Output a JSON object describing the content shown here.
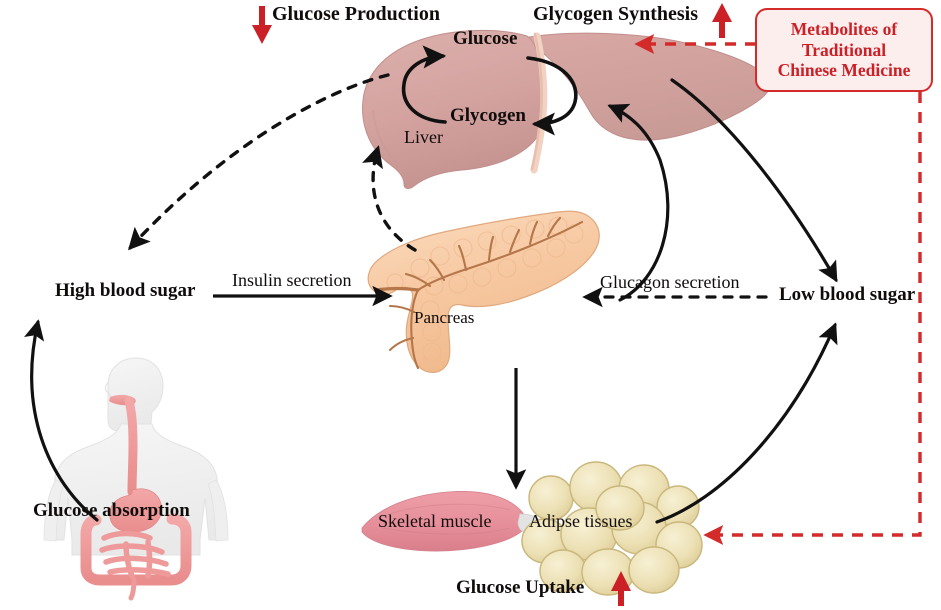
{
  "diagram": {
    "title": "Glucose homeostasis regulation by metabolites of Traditional Chinese Medicine",
    "background_color": "#ffffff"
  },
  "colors": {
    "accent_red": "#cc2027",
    "box_border": "#d32a2a",
    "box_fill": "#fdeeee",
    "liver": "#d4a3a0",
    "liver_dark": "#c4918e",
    "pancreas": "#f6c9a0",
    "pancreas_duct": "#b5764a",
    "muscle": "#e8909a",
    "adipose": "#ece0b4",
    "adipose_edge": "#c9b77c",
    "body_silhouette": "#f0f0f0",
    "digestive_tract": "#ef9a9a",
    "arrow_black": "#111111"
  },
  "organs": {
    "liver": {
      "label": "Liver"
    },
    "pancreas": {
      "label": "Pancreas"
    },
    "muscle": {
      "label": "Skeletal muscle"
    },
    "adipose": {
      "label": "Adipse tissues"
    },
    "body": {
      "label": "Glucose absorption"
    }
  },
  "labels": {
    "glucose_production": "Glucose Production",
    "glycogen_synthesis": "Glycogen Synthesis",
    "glucose": "Glucose",
    "glycogen": "Glycogen",
    "liver": "Liver",
    "pancreas": "Pancreas",
    "high_blood_sugar": "High blood sugar",
    "low_blood_sugar": "Low blood sugar",
    "insulin_secretion": "Insulin secretion",
    "glucagon_secretion": "Glucagon secretion",
    "glucose_absorption": "Glucose absorption",
    "skeletal_muscle": "Skeletal muscle",
    "adipose_tissues": "Adipse tissues",
    "glucose_uptake": "Glucose Uptake"
  },
  "tcm_box": {
    "line1": "Metabolites of",
    "line2": "Traditional",
    "line3": "Chinese Medicine",
    "full_text": "Metabolites of Traditional Chinese Medicine"
  },
  "indicators": [
    {
      "name": "glucose-production-down",
      "direction": "down",
      "color": "#cc2027",
      "target": "Glucose Production"
    },
    {
      "name": "glycogen-synthesis-up",
      "direction": "up",
      "color": "#cc2027",
      "target": "Glycogen Synthesis"
    },
    {
      "name": "glucose-uptake-up",
      "direction": "up",
      "color": "#cc2027",
      "target": "Glucose Uptake"
    }
  ],
  "edges": [
    {
      "name": "insulin-secretion",
      "from": "High blood sugar",
      "to": "Pancreas",
      "style": "solid",
      "label": "Insulin secretion"
    },
    {
      "name": "glucagon-secretion",
      "from": "Low blood sugar",
      "to": "Pancreas",
      "style": "dashed",
      "label": "Glucagon secretion"
    },
    {
      "name": "liver-to-high-blood-sugar",
      "from": "Liver",
      "to": "High blood sugar",
      "style": "dashed",
      "label": ""
    },
    {
      "name": "pancreas-to-liver",
      "from": "Pancreas",
      "to": "Liver",
      "style": "dashed",
      "label": ""
    },
    {
      "name": "liver-to-low-blood-sugar",
      "from": "Liver",
      "to": "Low blood sugar",
      "style": "solid",
      "label": ""
    },
    {
      "name": "low-blood-sugar-to-liver",
      "from": "Low blood sugar",
      "to": "Liver",
      "style": "solid",
      "label": ""
    },
    {
      "name": "pancreas-to-tissues",
      "from": "Pancreas",
      "to": "Adipse tissues",
      "style": "solid",
      "label": ""
    },
    {
      "name": "tissues-to-low-blood-sugar",
      "from": "Adipse tissues",
      "to": "Low blood sugar",
      "style": "solid",
      "label": ""
    },
    {
      "name": "absorption-to-high-blood-sugar",
      "from": "Glucose absorption",
      "to": "High blood sugar",
      "style": "solid",
      "label": ""
    },
    {
      "name": "tcm-to-liver",
      "from": "Metabolites of Traditional Chinese Medicine",
      "to": "Liver",
      "style": "dashed-red",
      "label": ""
    },
    {
      "name": "tcm-to-adipose",
      "from": "Metabolites of Traditional Chinese Medicine",
      "to": "Adipse tissues",
      "style": "dashed-red",
      "label": ""
    }
  ]
}
